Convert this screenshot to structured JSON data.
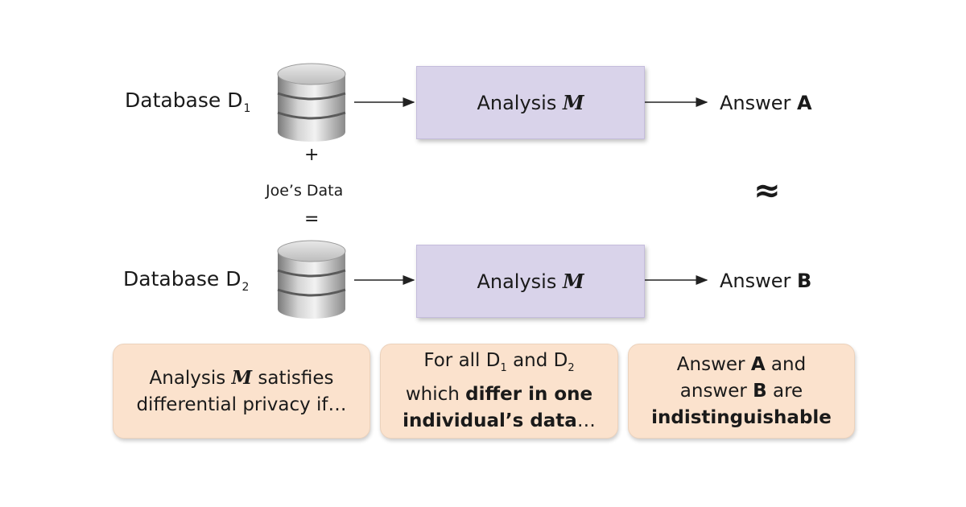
{
  "row1": {
    "db_label": "Database D",
    "db_sub": "1",
    "analysis_label": "Analysis",
    "analysis_symbol": "M",
    "answer_label": "Answer",
    "answer_letter": "A"
  },
  "middle": {
    "plus": "+",
    "joes_data": "Joe’s Data",
    "equals": "=",
    "approx": "≈"
  },
  "row2": {
    "db_label": "Database D",
    "db_sub": "2",
    "analysis_label": "Analysis",
    "analysis_symbol": "M",
    "answer_label": "Answer",
    "answer_letter": "B"
  },
  "cards": {
    "card1": {
      "line1_a": "Analysis",
      "line1_symbol": "M",
      "line1_b": "satisfies",
      "line2": "differential privacy if…"
    },
    "card2": {
      "line1_a": "For all D",
      "line1_sub1": "1",
      "line1_b": " and D",
      "line1_sub2": "2",
      "line2_a": "which ",
      "line2_bold": "differ in one",
      "line3_bold": "individual’s data",
      "line3_tail": "…"
    },
    "card3": {
      "line1_a": "Answer ",
      "line1_bold": "A",
      "line1_b": " and",
      "line2_a": "answer ",
      "line2_bold": "B",
      "line2_b": " are",
      "line3_bold": "indistinguishable"
    }
  },
  "colors": {
    "analysis_box": "#d9d3ea",
    "card": "#fbe2cd"
  },
  "icons": [
    "database-icon",
    "arrow-right-icon"
  ]
}
